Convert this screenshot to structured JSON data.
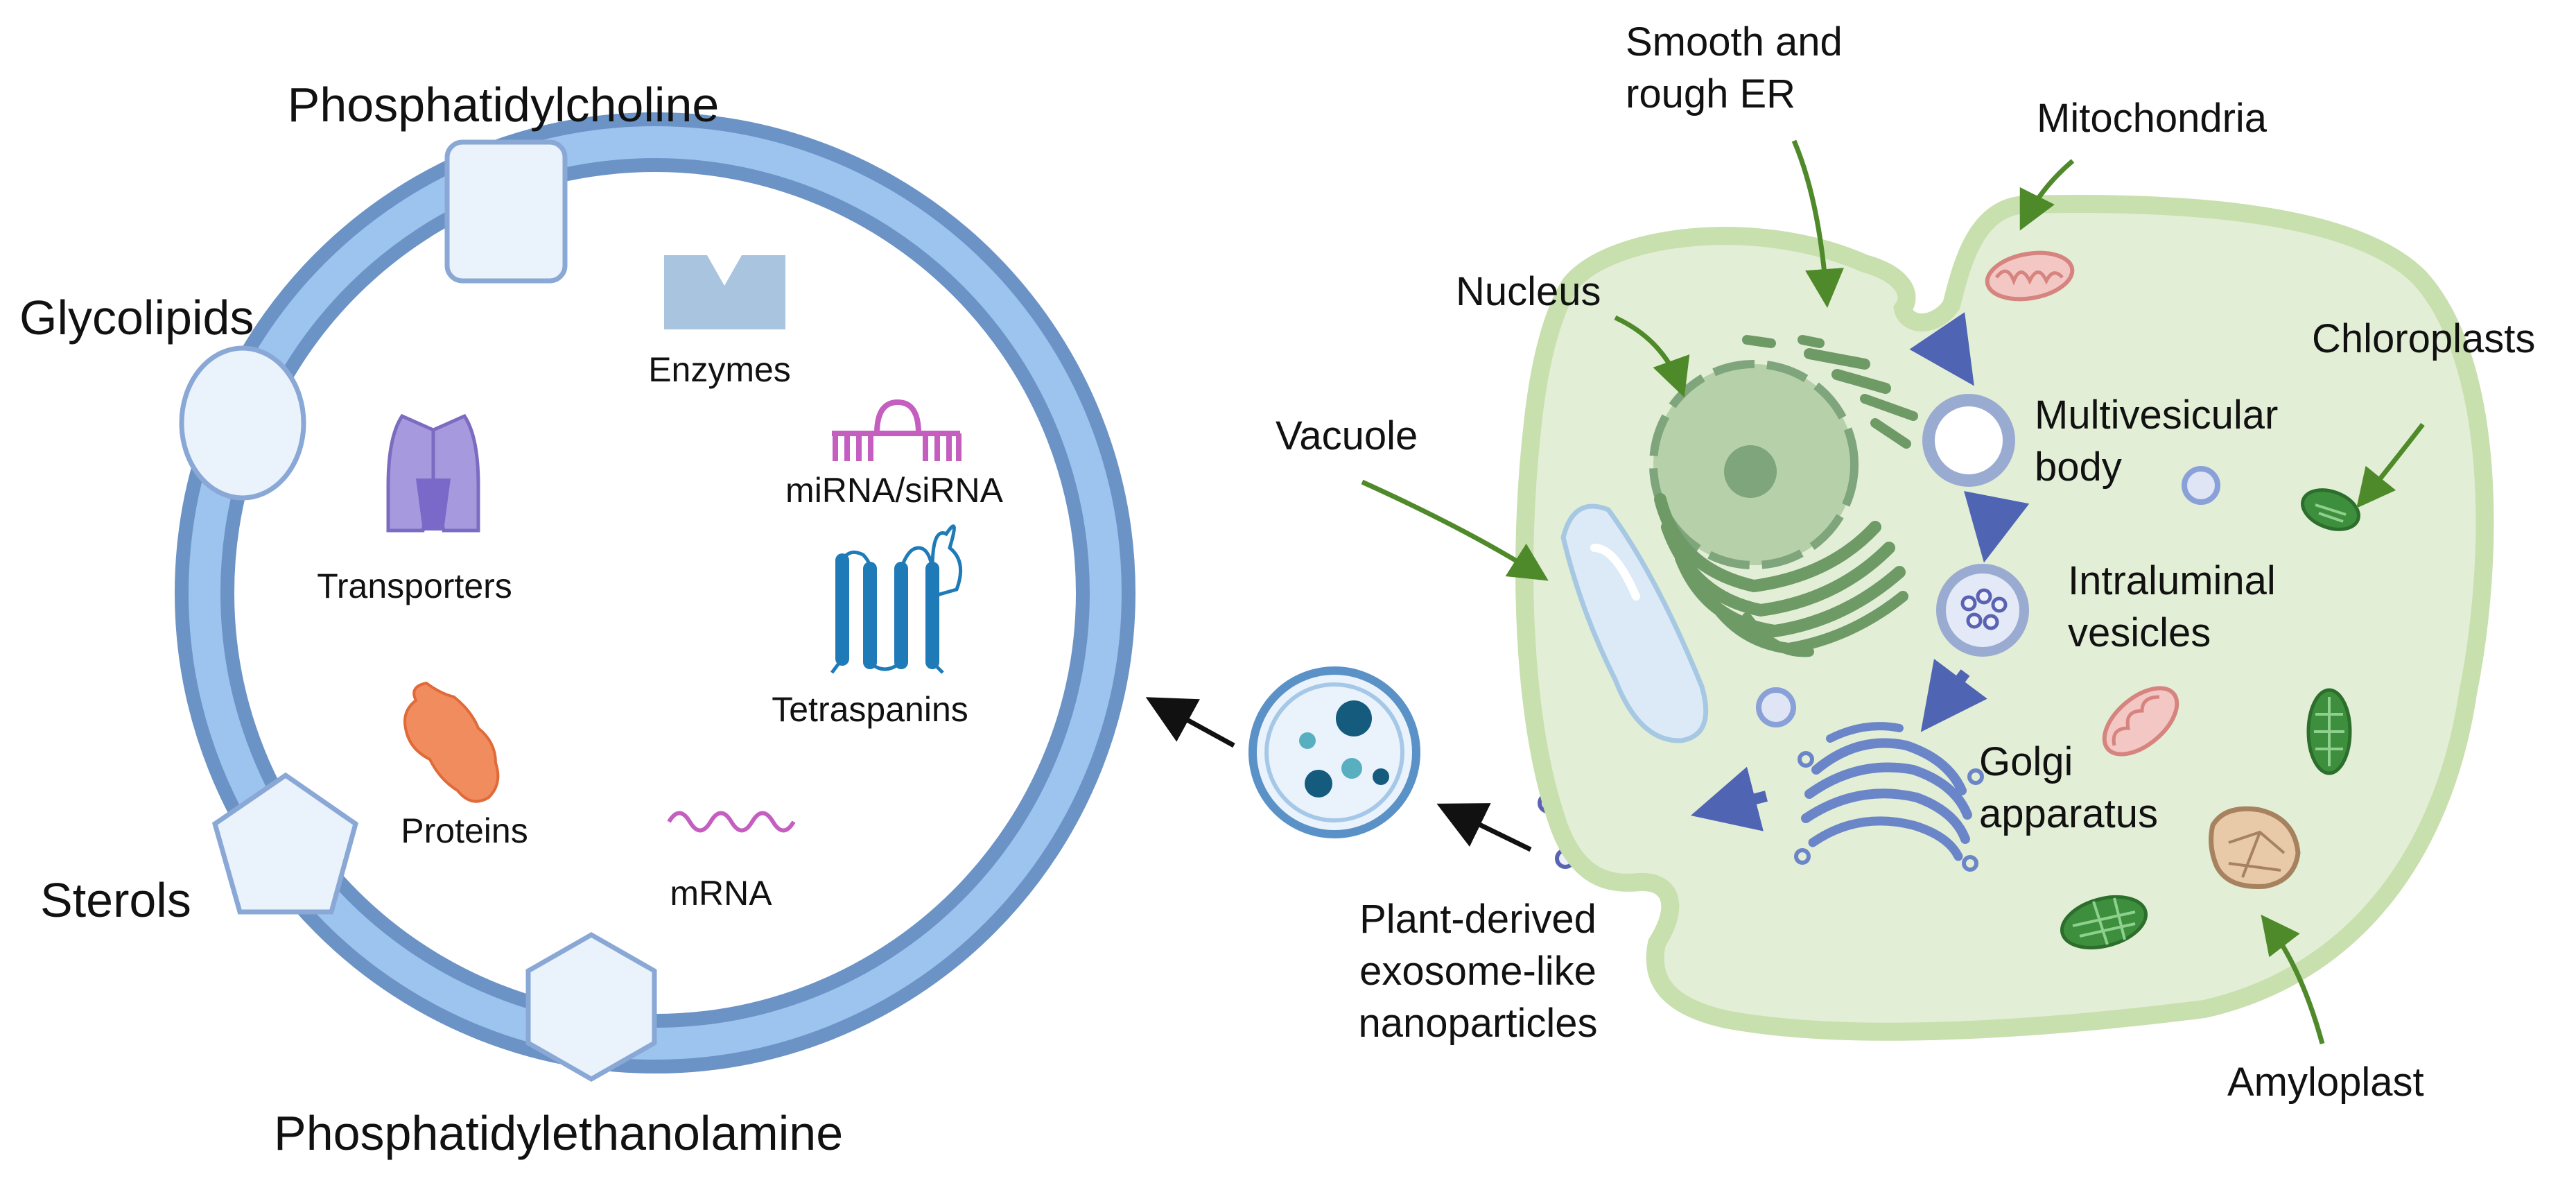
{
  "exosome": {
    "lipids": {
      "phosphatidylcholine": "Phosphatidylcholine",
      "glycolipids": "Glycolipids",
      "sterols": "Sterols",
      "phosphatidylethanolamine": "Phosphatidylethanolamine"
    },
    "cargo": {
      "enzymes": "Enzymes",
      "transporters": "Transporters",
      "mirna": "miRNA/siRNA",
      "tetraspanins": "Tetraspanins",
      "proteins": "Proteins",
      "mrna": "mRNA"
    }
  },
  "cell": {
    "er_line1": "Smooth and",
    "er_line2": "rough ER",
    "mitochondria": "Mitochondria",
    "nucleus": "Nucleus",
    "chloroplasts": "Chloroplasts",
    "vacuole": "Vacuole",
    "mvb_line1": "Multivesicular",
    "mvb_line2": "body",
    "ilv_line1": "Intraluminal",
    "ilv_line2": "vesicles",
    "golgi_line1": "Golgi",
    "golgi_line2": "apparatus",
    "amyloplast": "Amyloplast",
    "pden_line1": "Plant-derived",
    "pden_line2": "exosome-like",
    "pden_line3": "nanoparticles"
  },
  "colors": {
    "membrane_outer": "#6b93c6",
    "membrane_inner": "#9dc3ef",
    "cell_fill": "#e3eed6",
    "cell_border": "#c8dfae",
    "pointer_green": "#4f8a2a",
    "pathway_blue": "#4f64b3",
    "nucleus": "#7ea57b",
    "er": "#6e9a66",
    "mitochondria": "#e09a96",
    "chloroplast": "#3d8f3d",
    "golgi": "#6b86c8",
    "protein": "#f08c5e",
    "transporter": "#9d8ed6",
    "mirna": "#c45fc0",
    "tetraspanin": "#1f7ab8"
  }
}
